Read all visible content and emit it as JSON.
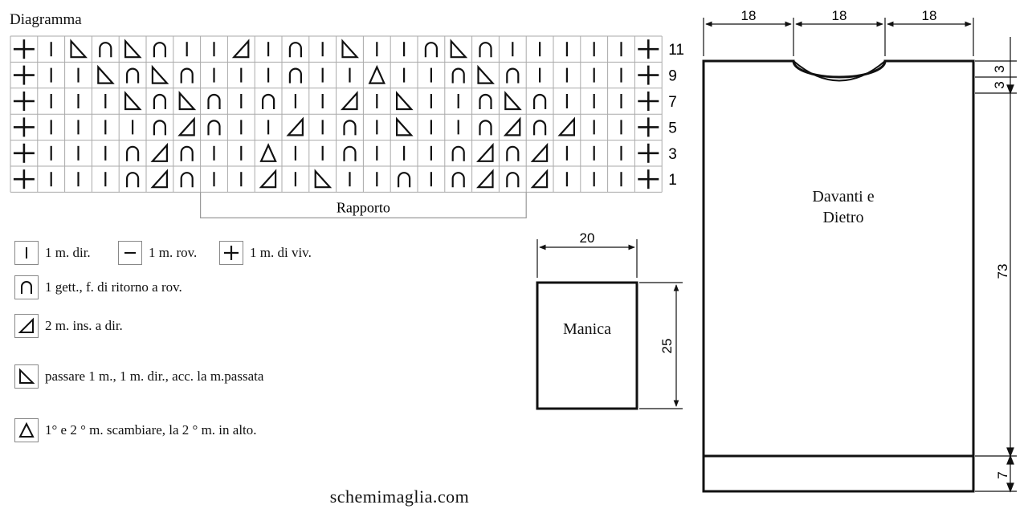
{
  "title": "Diagramma",
  "repeat_label": "Rapporto",
  "row_numbers": [
    "11",
    "9",
    "7",
    "5",
    "3",
    "1"
  ],
  "chart_rows": [
    [
      "+",
      "|",
      "R",
      "A",
      "R",
      "A",
      "|",
      "|",
      "L",
      "|",
      "A",
      "|",
      "R",
      "|",
      "|",
      "A",
      "R",
      "A",
      "|",
      "|",
      "|",
      "|",
      "|",
      "+"
    ],
    [
      "+",
      "|",
      "|",
      "R",
      "A",
      "R",
      "A",
      "|",
      "|",
      "|",
      "A",
      "|",
      "|",
      "T",
      "|",
      "|",
      "A",
      "R",
      "A",
      "|",
      "|",
      "|",
      "|",
      "+"
    ],
    [
      "+",
      "|",
      "|",
      "|",
      "R",
      "A",
      "R",
      "A",
      "|",
      "A",
      "|",
      "|",
      "L",
      "|",
      "R",
      "|",
      "|",
      "A",
      "R",
      "A",
      "|",
      "|",
      "|",
      "+"
    ],
    [
      "+",
      "|",
      "|",
      "|",
      "|",
      "A",
      "L",
      "A",
      "|",
      "|",
      "L",
      "|",
      "A",
      "|",
      "R",
      "|",
      "|",
      "A",
      "L",
      "A",
      "L",
      "|",
      "|",
      "+"
    ],
    [
      "+",
      "|",
      "|",
      "|",
      "A",
      "L",
      "A",
      "|",
      "|",
      "T",
      "|",
      "|",
      "A",
      "|",
      "|",
      "|",
      "A",
      "L",
      "A",
      "L",
      "|",
      "|",
      "|",
      "+"
    ],
    [
      "+",
      "|",
      "|",
      "|",
      "A",
      "L",
      "A",
      "|",
      "|",
      "L",
      "|",
      "R",
      "|",
      "|",
      "A",
      "|",
      "A",
      "L",
      "A",
      "L",
      "|",
      "|",
      "|",
      "+"
    ]
  ],
  "legend": [
    {
      "symbol": "|",
      "text": "1 m. dir."
    },
    {
      "symbol": "-",
      "text": "1 m. rov."
    },
    {
      "symbol": "+",
      "text": "1 m. di viv."
    },
    {
      "symbol": "A",
      "text": "1 gett., f. di ritorno a rov."
    },
    {
      "symbol": "L",
      "text": "2 m.  ins. a dir."
    },
    {
      "symbol": "R",
      "text": "passare 1 m., 1 m. dir., acc. la m.passata"
    },
    {
      "symbol": "T",
      "text": "1° e 2 ° m. scambiare, la 2 ° m. in alto."
    }
  ],
  "sleeve": {
    "label": "Manica",
    "width": "20",
    "height": "25"
  },
  "body": {
    "label_line1": "Davanti e",
    "label_line2": "Dietro",
    "top_left": "18",
    "top_mid": "18",
    "top_right": "18",
    "neck_depth_1": "3",
    "neck_depth_2": "3",
    "length": "73",
    "rib": "7"
  },
  "website": "schemimaglia.com"
}
